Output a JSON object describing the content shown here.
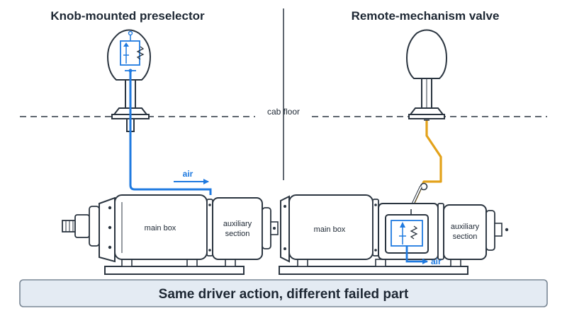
{
  "left_panel": {
    "title": "Knob-mounted preselector",
    "main_box_label": "main box",
    "aux_label": [
      "auxiliary",
      "section"
    ],
    "air_label": "air"
  },
  "right_panel": {
    "title": "Remote-mechanism valve",
    "main_box_label": "main box",
    "aux_label": [
      "auxiliary",
      "section"
    ],
    "air_label": "air"
  },
  "cab_floor_label": "cab floor",
  "banner": "Same driver action, different failed part",
  "colors": {
    "outline": "#2b3540",
    "air": "#1f7ae0",
    "linkage": "#e3a21a",
    "banner_fill": "#e4ebf3",
    "banner_stroke": "#7a8795"
  }
}
